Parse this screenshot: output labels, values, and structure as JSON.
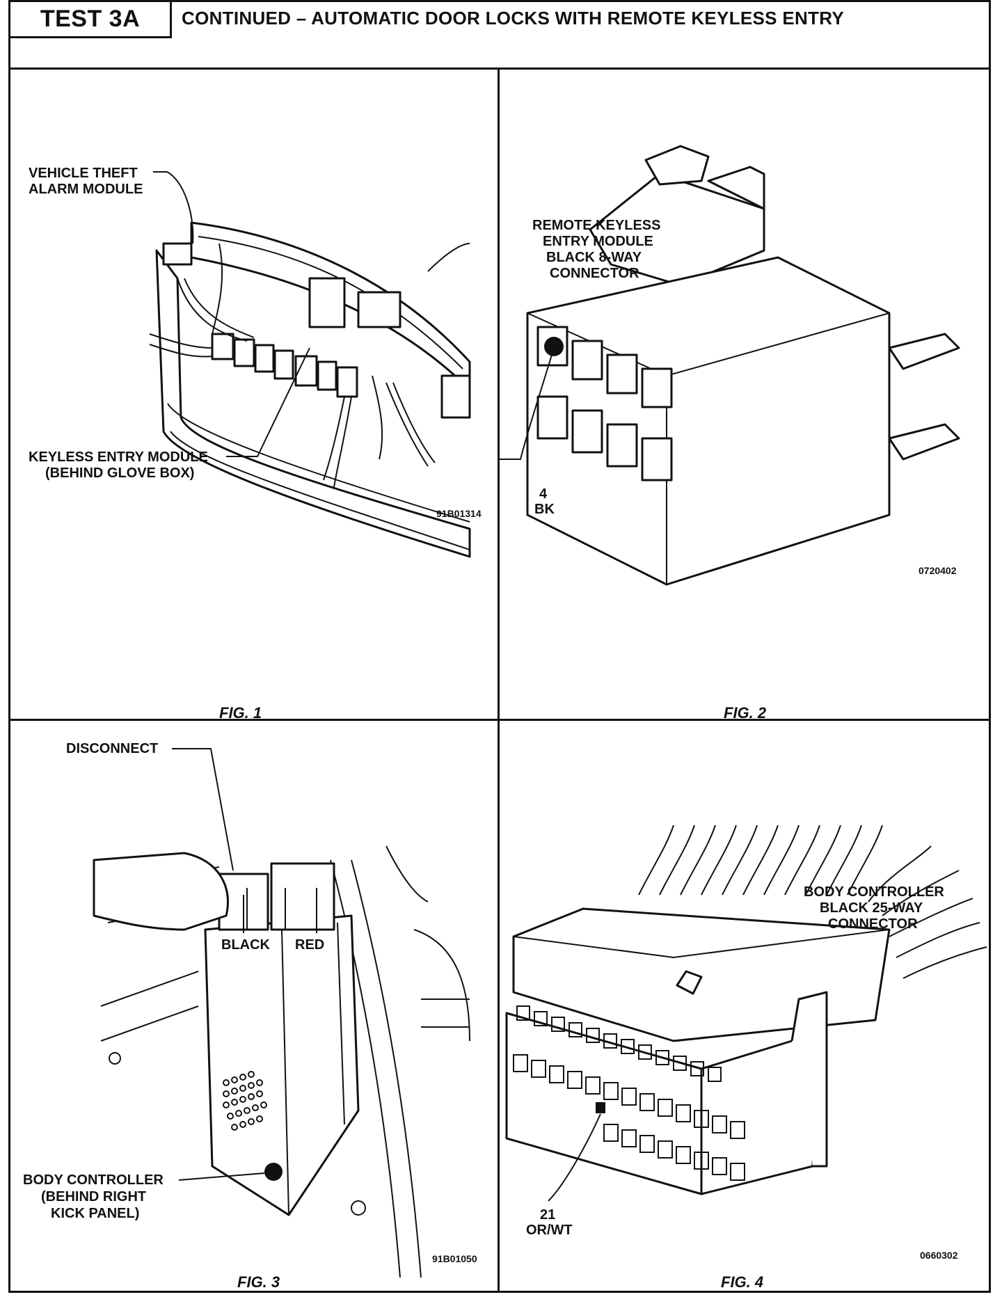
{
  "header": {
    "test_label": "TEST 3A",
    "title": "CONTINUED – AUTOMATIC DOOR LOCKS WITH REMOTE KEYLESS ENTRY"
  },
  "figures": [
    {
      "caption": "FIG. 1",
      "code": "91B01314",
      "labels": {
        "theft_line1": "VEHICLE THEFT",
        "theft_line2": "ALARM MODULE",
        "keyless_line1": "KEYLESS ENTRY MODULE",
        "keyless_line2": "(BEHIND GLOVE BOX)"
      }
    },
    {
      "caption": "FIG. 2",
      "code": "0720402",
      "labels": {
        "title_line1": "REMOTE KEYLESS",
        "title_line2": "ENTRY MODULE",
        "title_line3": "BLACK 8-WAY",
        "title_line4": "CONNECTOR",
        "pin_number": "4",
        "pin_color": "BK"
      }
    },
    {
      "caption": "FIG. 3",
      "code": "91B01050",
      "labels": {
        "disconnect": "DISCONNECT",
        "black": "BLACK",
        "red": "RED",
        "body_line1": "BODY CONTROLLER",
        "body_line2": "(BEHIND RIGHT",
        "body_line3": "KICK PANEL)"
      }
    },
    {
      "caption": "FIG. 4",
      "code": "0660302",
      "labels": {
        "title_line1": "BODY CONTROLLER",
        "title_line2": "BLACK 25-WAY",
        "title_line3": "CONNECTOR",
        "pin_number": "21",
        "pin_color": "OR/WT"
      }
    }
  ]
}
